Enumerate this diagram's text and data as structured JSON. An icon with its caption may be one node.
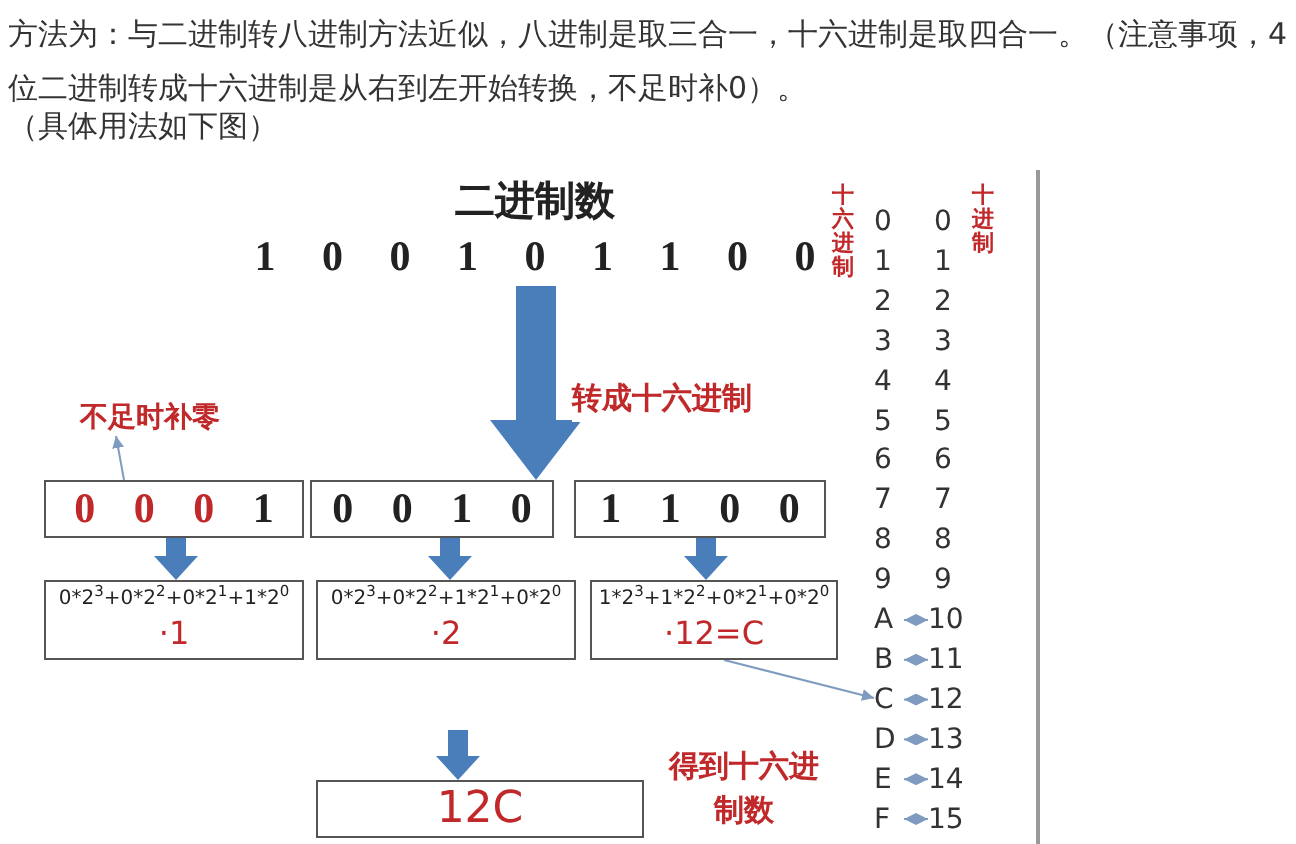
{
  "diagram": {
    "nodes": [
      {
        "text": [
          "二进制数",
          "1 0 0 1 0 1 1 0 0"
        ]
      },
      {
        "text": [
          "不足时补零"
        ]
      },
      {
        "text": [
          "0 0 0 1"
        ]
      },
      {
        "text": [
          "0 0 1 0"
        ]
      },
      {
        "text": [
          "1 1 0 0"
        ]
      },
      {
        "text": [
          "0*2$^{3}$+0*2$^{2}$+0*2$^{1}$+1*2$^{0}$",
          "·1"
        ]
      },
      {
        "text": [
          "0*2$^{3}$+0*2$^{2}$+1*2$^{1}$+0*2$^{0}$",
          "·2"
        ]
      },
      {
        "text": [
          "1*2$^{3}$+1*2$^{2}$+0*2$^{1}$+0*2$^{0}$",
          "·12=C"
        ]
      },
      {
        "text": [
          "12C"
        ],
        "beside": [
          "得到十六进制数"
        ]
      },
      {
        "text": [
          "A"
        ]
      },
      {
        "text": [
          "B"
        ]
      },
      {
        "text": [
          "C"
        ]
      },
      {
        "text": [
          "D"
        ]
      },
      {
        "text": [
          "E"
        ]
      },
      {
        "text": [
          "F"
        ]
      },
      {
        "text": [
          "10"
        ]
      },
      {
        "text": [
          "11"
        ]
      },
      {
        "text": [
          "12"
        ]
      },
      {
        "text": [
          "13"
        ]
      },
      {
        "text": [
          "14"
        ]
      },
      {
        "text": [
          "15"
        ]
      }
    ],
    "edges": [
      {
        "from": 0,
        "to": 3,
        "arrow": "to",
        "label": "转成十六进制",
        "style": "thick",
        "color": "#4a7ebb"
      },
      {
        "from": 2,
        "to": 1,
        "arrow": "to"
      },
      {
        "from": 2,
        "to": 5,
        "arrow": "to",
        "style": "thick",
        "color": "#4a7ebb"
      },
      {
        "from": 3,
        "to": 6,
        "arrow": "to",
        "style": "thick",
        "color": "#4a7ebb"
      },
      {
        "from": 4,
        "to": 7,
        "arrow": "to",
        "style": "thick",
        "color": "#4a7ebb"
      },
      {
        "from": null,
        "to": 8,
        "arrow": "to",
        "style": "thick",
        "color": "#4a7ebb"
      },
      {
        "from": 7,
        "to": 11,
        "arrow": "to"
      },
      {
        "from": 9,
        "to": 15,
        "arrow": "both"
      },
      {
        "from": 10,
        "to": 16,
        "arrow": "both"
      },
      {
        "from": 11,
        "to": 17,
        "arrow": "both"
      },
      {
        "from": 12,
        "to": 18,
        "arrow": "both"
      },
      {
        "from": 13,
        "to": 19,
        "arrow": "both"
      },
      {
        "from": 14,
        "to": 20,
        "arrow": "both"
      }
    ],
    "labels": [
      "方法为：与二进制转八进制方法近似，八进制是取三合一，十六进制是取四合一。（注意事项，4位二进制转成十六进制是从右到左开始转换，不足时补0）。",
      "（具体用法如下图）",
      "十六进制",
      "十进制",
      "0",
      "0",
      "1",
      "1",
      "2",
      "2",
      "3",
      "3",
      "4",
      "4",
      "5",
      "5",
      "6",
      "6",
      "7",
      "7",
      "8",
      "8",
      "9",
      "9"
    ]
  }
}
